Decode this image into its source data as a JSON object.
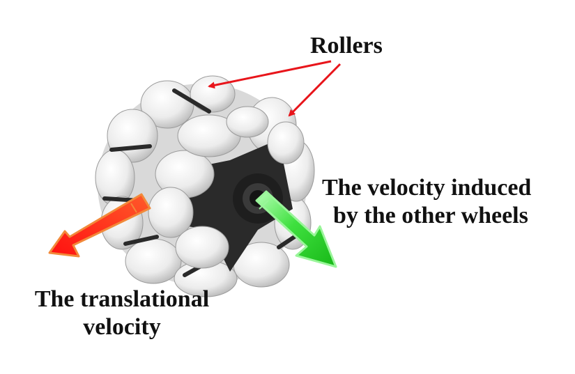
{
  "labels": {
    "rollers": "Rollers",
    "induced_line1": "The velocity induced",
    "induced_line2": "by the other wheels",
    "translational_line1": "The translational",
    "translational_line2": "velocity"
  },
  "colors": {
    "pointer_red": "#e8151b",
    "translational_arrow": "#ff1f10",
    "translational_arrow_edge": "#f28a3a",
    "induced_arrow": "#2ed62e",
    "induced_arrow_light": "#8ff58f",
    "roller_light": "#f2f2f2",
    "roller_shade": "#bdbdbd",
    "hub_dark": "#262626",
    "text": "#111111"
  },
  "icons": {
    "wheel": "omni-wheel-illustration"
  }
}
